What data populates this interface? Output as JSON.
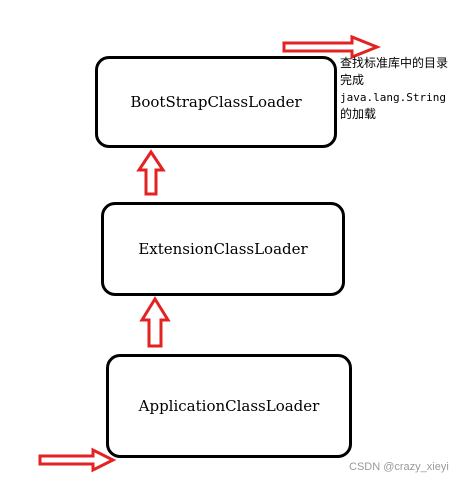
{
  "boxes": {
    "bootstrap": "BootStrapClassLoader",
    "extension": "ExtensionClassLoader",
    "application": "ApplicationClassLoader"
  },
  "note": {
    "line1": "查找标准库中的目录",
    "line2": "完成",
    "line3": "java.lang.String",
    "line4": "的加载"
  },
  "watermark": "CSDN @crazy_xieyi",
  "colors": {
    "arrow_outline": "#e32222",
    "arrow_fill": "#ffffff",
    "box_border": "#000000"
  }
}
